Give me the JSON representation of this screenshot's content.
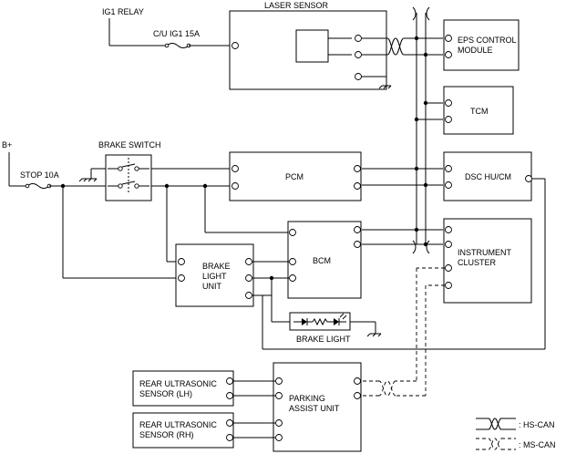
{
  "labels": {
    "ig1_relay": "IG1 RELAY",
    "fuse_cu_ig1": "C/U IG1 15A",
    "b_plus": "B+",
    "fuse_stop": "STOP 10A",
    "brake_switch": "BRAKE SWITCH",
    "brake_light": "BRAKE LIGHT"
  },
  "modules": {
    "laser_sensor": "LASER SENSOR",
    "eps_line1": "EPS CONTROL",
    "eps_line2": "MODULE",
    "tcm": "TCM",
    "pcm": "PCM",
    "dsc": "DSC HU/CM",
    "bcm": "BCM",
    "cluster_line1": "INSTRUMENT",
    "cluster_line2": "CLUSTER",
    "blu_line1": "BRAKE",
    "blu_line2": "LIGHT",
    "blu_line3": "UNIT",
    "rear_lh_line1": "REAR ULTRASONIC",
    "rear_lh_line2": "SENSOR (LH)",
    "rear_rh_line1": "REAR ULTRASONIC",
    "rear_rh_line2": "SENSOR (RH)",
    "pau_line1": "PARKING",
    "pau_line2": "ASSIST UNIT"
  },
  "legend": {
    "hs_can": ": HS-CAN",
    "ms_can": ": MS-CAN"
  }
}
